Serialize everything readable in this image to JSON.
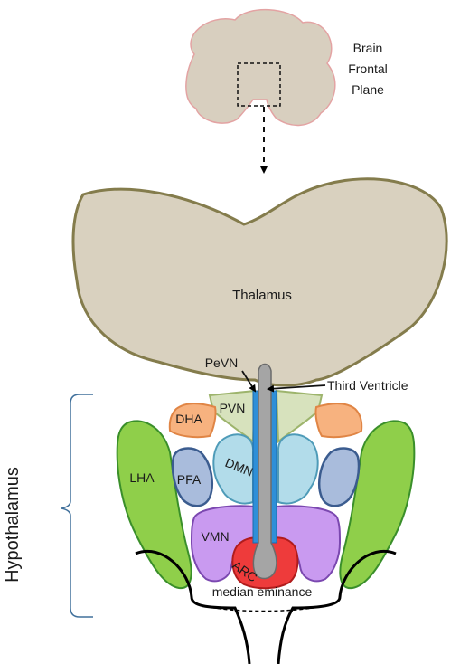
{
  "labels": {
    "brain_line1": "Brain",
    "brain_line2": "Frontal",
    "brain_line3": "Plane",
    "thalamus": "Thalamus",
    "pevn": "PeVN",
    "third_ventricle": "Third Ventricle",
    "pvn": "PVN",
    "dha": "DHA",
    "dmn": "DMN",
    "lha": "LHA",
    "pfa": "PFA",
    "vmn": "VMN",
    "arc": "ARC",
    "median_eminence": "median eminance",
    "hypothalamus": "Hypothalamus"
  },
  "colors": {
    "brain_fill": "#d8cfbf",
    "brain_stroke": "#e3a3a3",
    "thalamus_fill": "#d9d1bf",
    "thalamus_stroke": "#847c4c",
    "ventricle_gray": "#a5a5a5",
    "ventricle_blue": "#2e8fd8",
    "pvn_fill": "#d7e2bd",
    "pvn_stroke": "#9db46c",
    "dha_fill": "#f7b27f",
    "dha_stroke": "#e08545",
    "dmn_fill": "#b2dcea",
    "dmn_stroke": "#4e9bb8",
    "lha_fill": "#8fcf4a",
    "lha_stroke": "#3a8f2a",
    "pfa_fill": "#a9bcdc",
    "pfa_stroke": "#3b5c8f",
    "vmn_fill": "#c99af0",
    "vmn_stroke": "#7b48b0",
    "arc_fill": "#ee3b3b",
    "arc_stroke": "#b01c1c",
    "bracket": "#41719c"
  }
}
